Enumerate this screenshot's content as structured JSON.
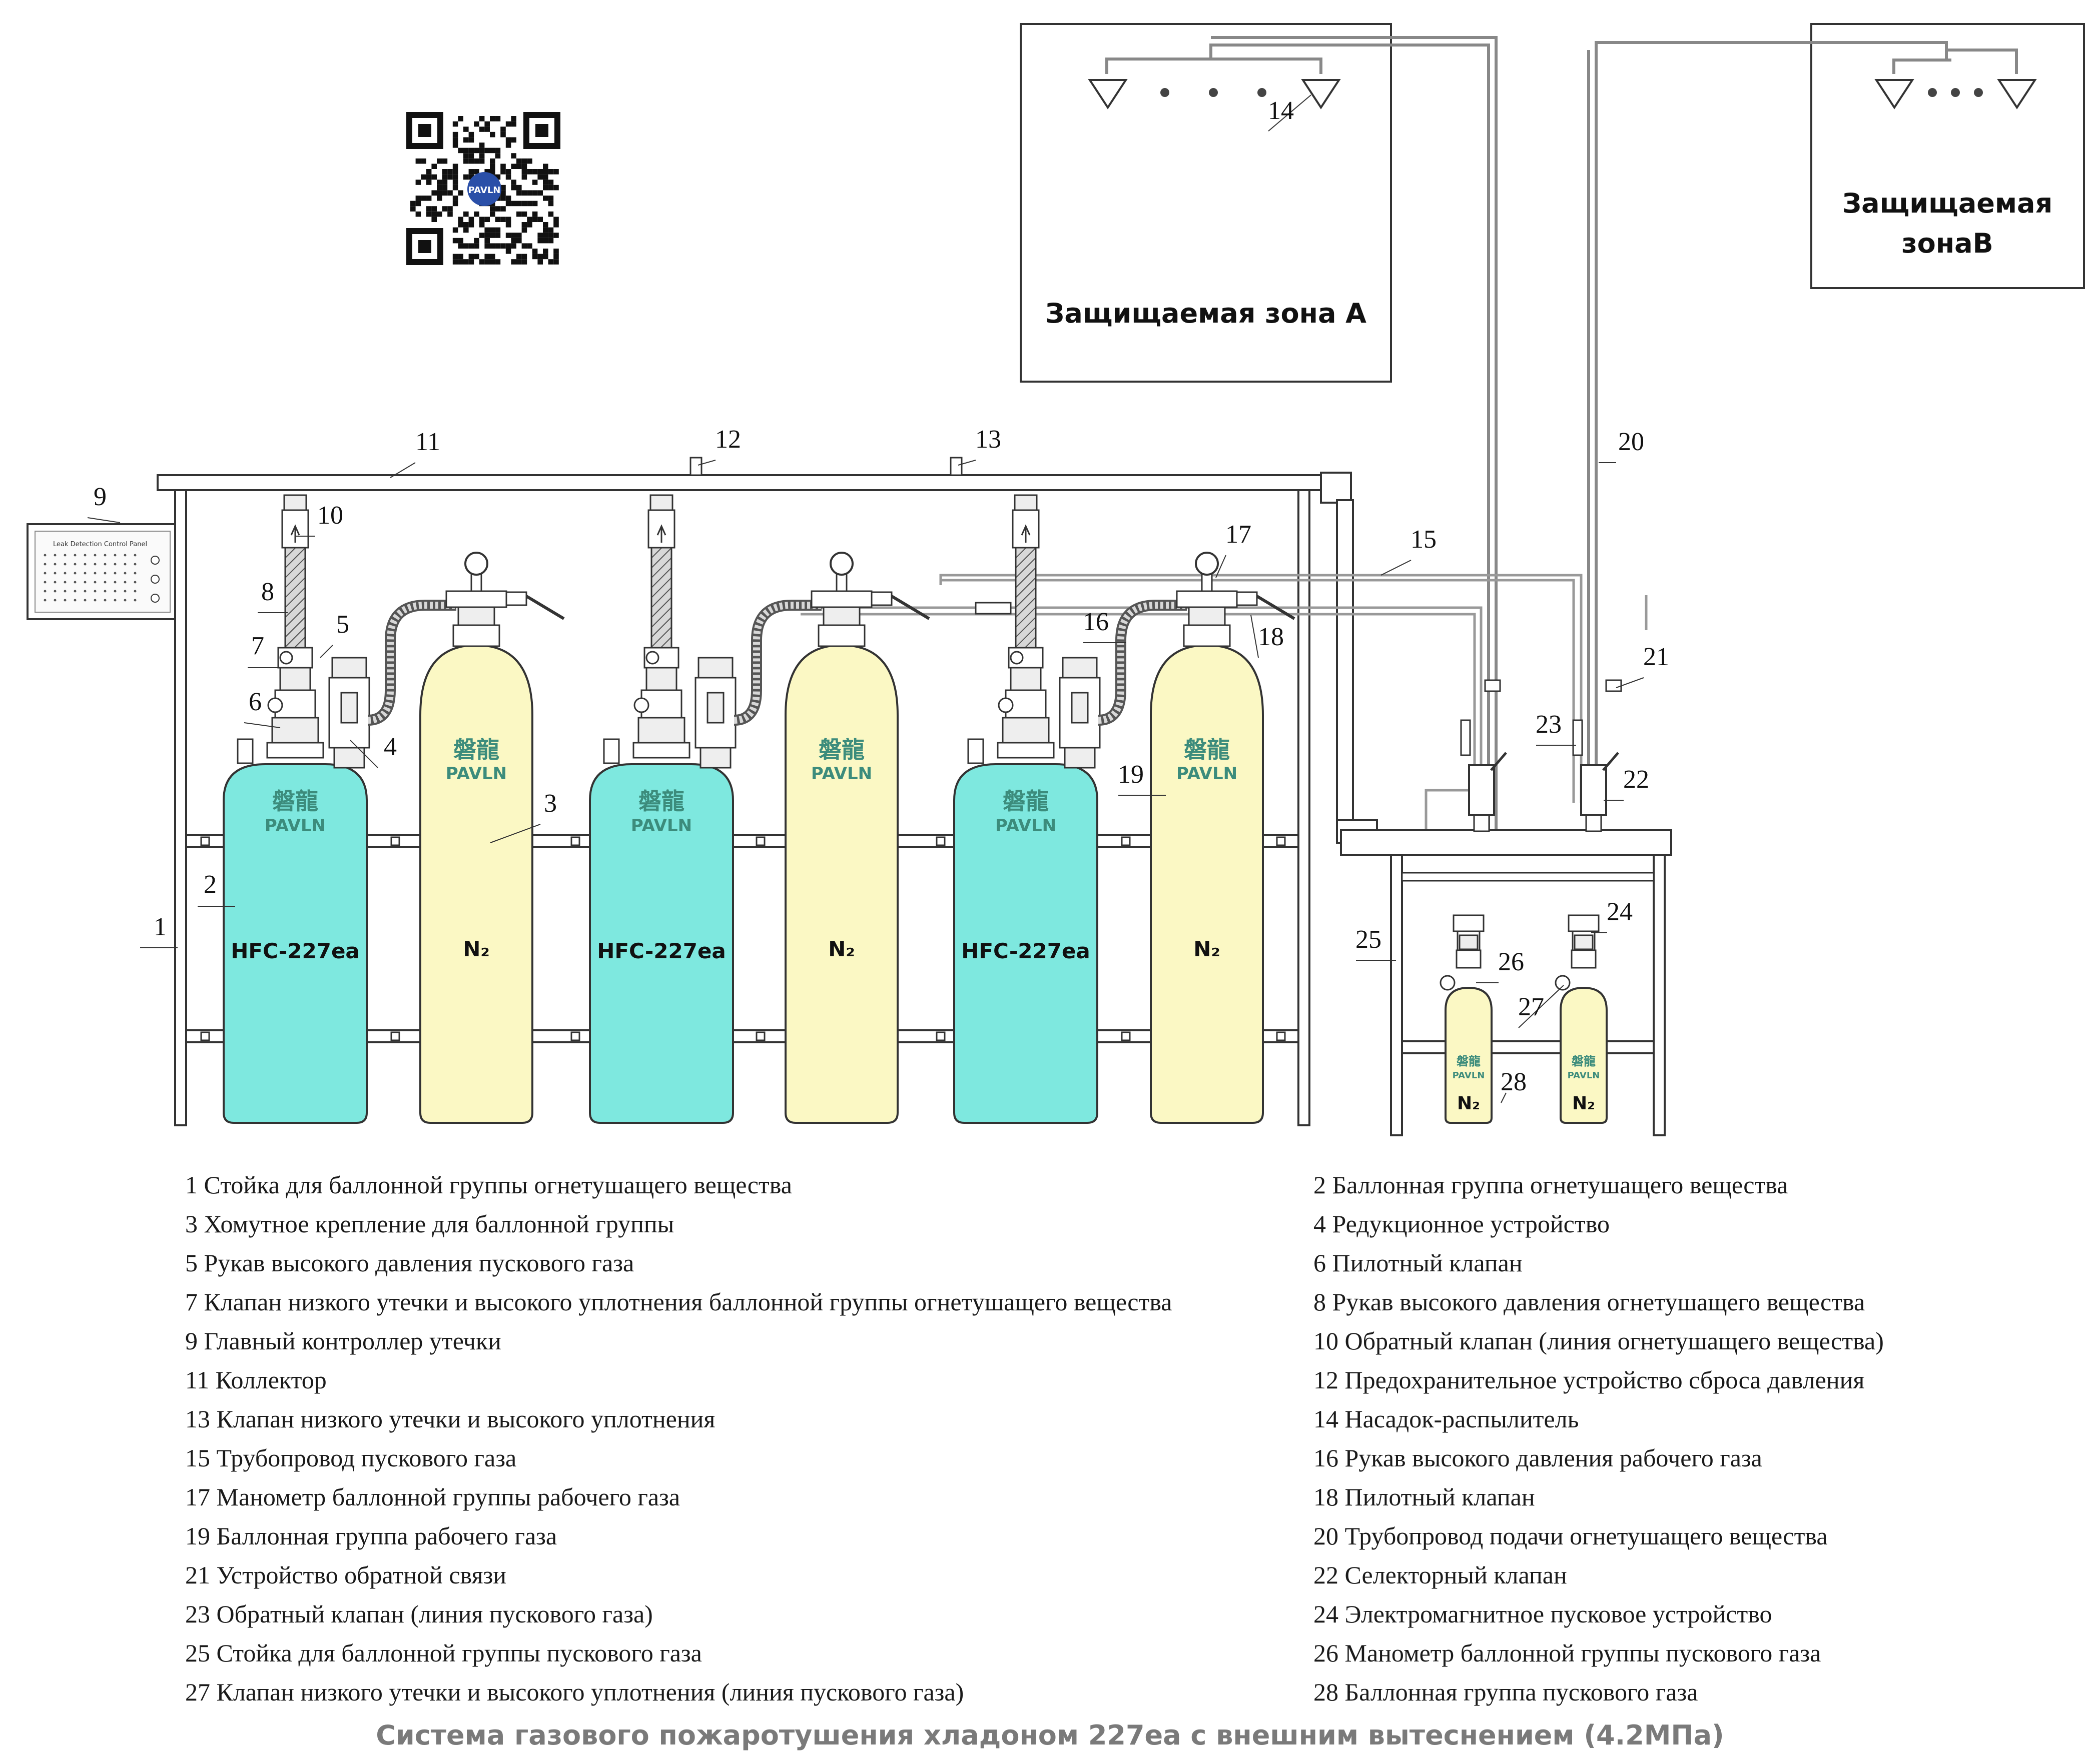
{
  "zones": {
    "zone_a": "Защищаемая зона А",
    "zone_b_line1": "Защищаемая",
    "zone_b_line2": "зонаB"
  },
  "brand": {
    "cn": "磐龍",
    "en": "PAVLN",
    "qr_logo": "PAVLN"
  },
  "panel_title": "Leak Detection Control Panel",
  "cylinders": {
    "agent_label": "HFC-227ea",
    "gas_label": "N₂",
    "small_gas_label": "N₂"
  },
  "callouts": [
    "1",
    "2",
    "3",
    "3",
    "4",
    "5",
    "6",
    "7",
    "8",
    "9",
    "10",
    "11",
    "12",
    "13",
    "14",
    "15",
    "16",
    "17",
    "18",
    "19",
    "20",
    "21",
    "22",
    "23",
    "24",
    "25",
    "26",
    "27",
    "28"
  ],
  "legend": {
    "left": [
      "1 Стойка для баллонной группы огнетушащего вещества",
      "3 Хомутное крепление для баллонной группы",
      "5 Рукав высокого давления пускового газа",
      "7 Клапан низкого утечки и высокого уплотнения баллонной группы огнетушащего вещества",
      "9 Главный контроллер утечки",
      "11 Коллектор",
      "13 Клапан низкого утечки и высокого уплотнения",
      "15 Трубопровод пускового газа",
      "17 Манометр баллонной группы рабочего газа",
      "19 Баллонная группа рабочего газа",
      "21 Устройство обратной связи",
      "23 Обратный клапан (линия пускового газа)",
      "25 Стойка для баллонной группы пускового газа",
      "27 Клапан низкого утечки и высокого уплотнения (линия пускового газа)"
    ],
    "right": [
      "2 Баллонная группа огнетушащего вещества",
      "4 Редукционное устройство",
      "6 Пилотный клапан",
      "8 Рукав высокого давления огнетушащего вещества",
      "10 Обратный клапан (линия огнетушащего вещества)",
      "12 Предохранительное устройство сброса давления",
      "14 Насадок-распылитель",
      "16 Рукав высокого давления рабочего газа",
      "18 Пилотный клапан",
      "20 Трубопровод подачи огнетушащего вещества",
      "22 Селекторный клапан",
      "24 Электромагнитное пусковое устройство",
      "26 Манометр баллонной группы пускового газа",
      "28 Баллонная группа пускового газа"
    ]
  },
  "caption": "Система газового пожаротушения хладоном 227еа с внешним вытеснением (4.2МПа)",
  "colors": {
    "agent_cylinder": "#7ee8df",
    "gas_cylinder": "#fbf8c4",
    "line": "#333333",
    "pipe": "#e8e8e8",
    "caption": "#7a7a7a"
  }
}
